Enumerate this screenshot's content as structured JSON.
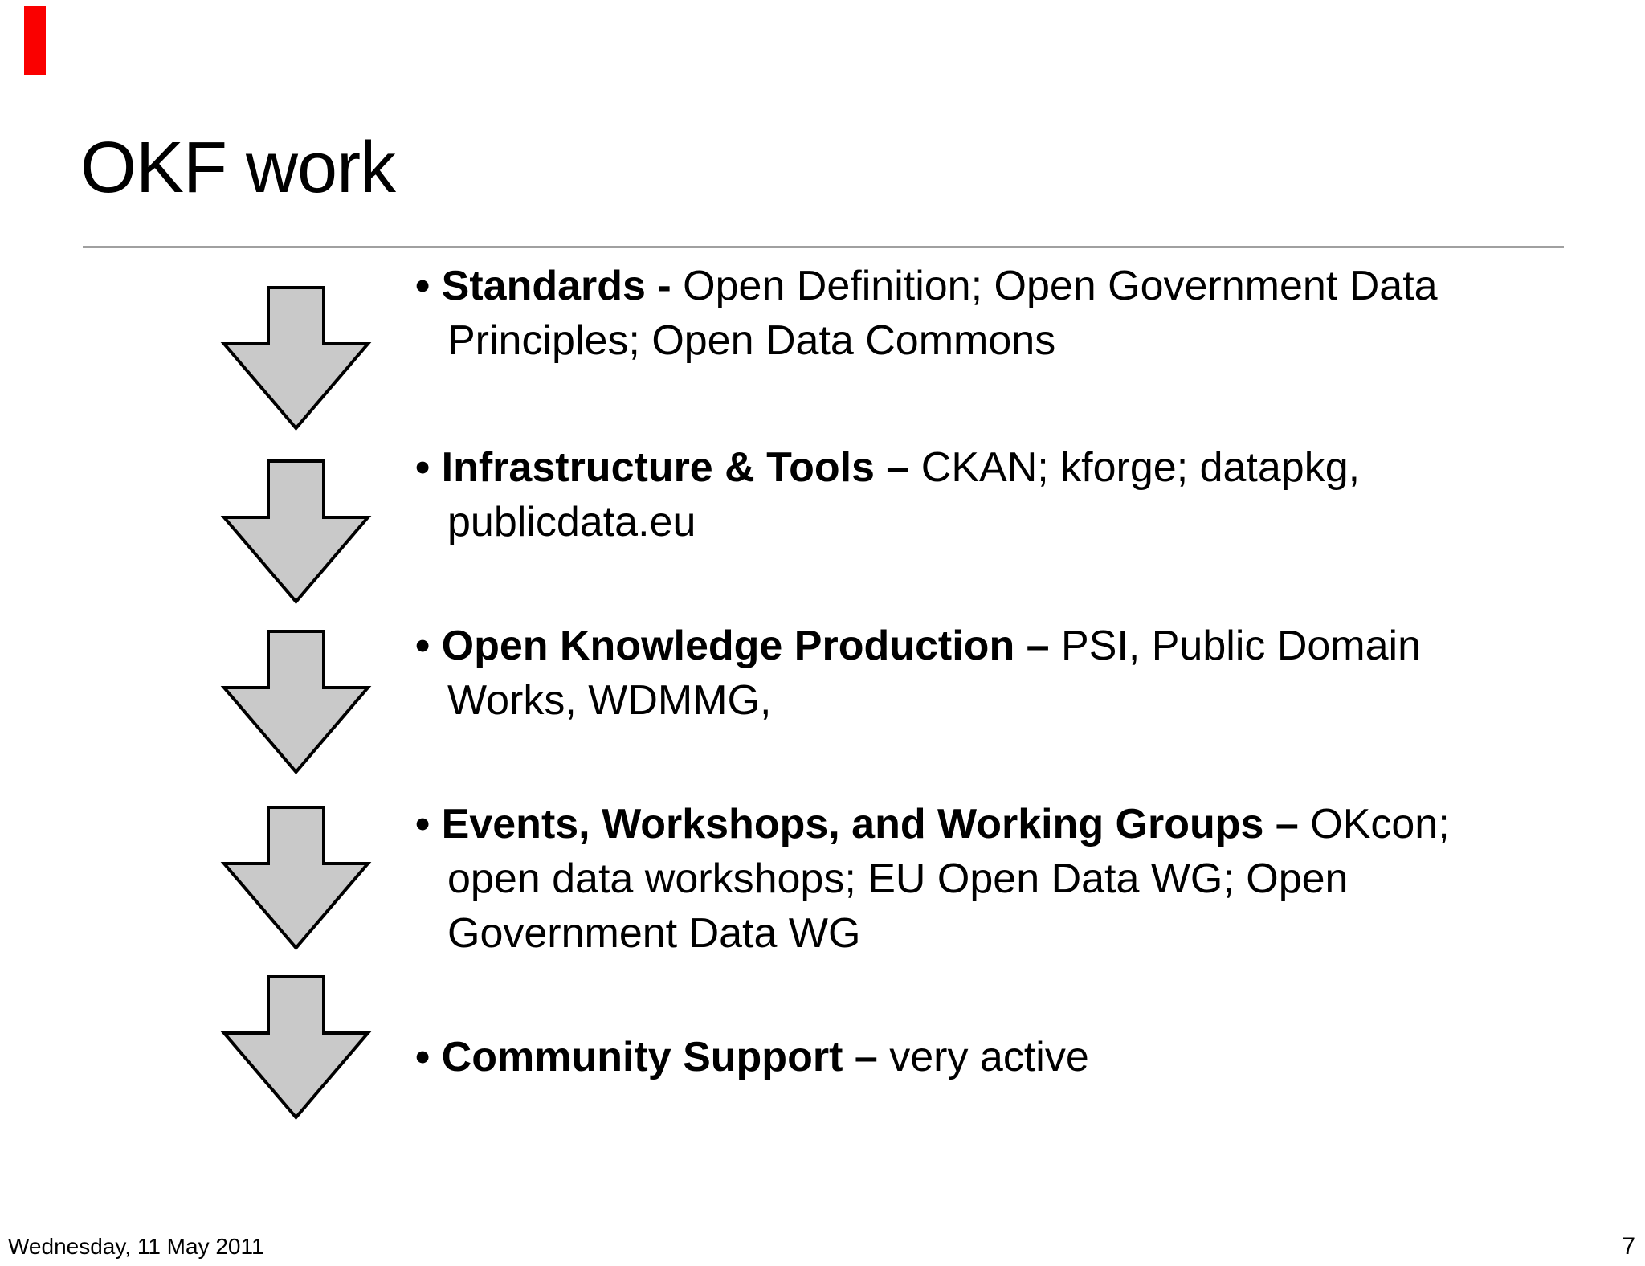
{
  "slide": {
    "title": "OKF work",
    "footer_date": "Wednesday, 11 May 2011",
    "page_number": "7",
    "bullets": [
      {
        "bold": "• Standards - ",
        "rest": "Open Definition; Open Government Data\nPrinciples; Open Data Commons"
      },
      {
        "bold": "• Infrastructure & Tools – ",
        "rest": "CKAN; kforge; datapkg,\npublicdata.eu"
      },
      {
        "bold": "• Open Knowledge Production – ",
        "rest": "PSI, Public Domain\nWorks, WDMMG,"
      },
      {
        "bold": "• Events, Workshops, and Working Groups – ",
        "rest": "OKcon;\nopen data workshops; EU Open Data WG; Open\nGovernment Data WG"
      },
      {
        "bold": "• Community Support – ",
        "rest": "very active"
      }
    ]
  },
  "colors": {
    "accent_red": "#fa0000",
    "divider": "#a0a0a0",
    "arrow_fill": "#c9c9c9",
    "arrow_stroke": "#000000",
    "text": "#000000"
  }
}
